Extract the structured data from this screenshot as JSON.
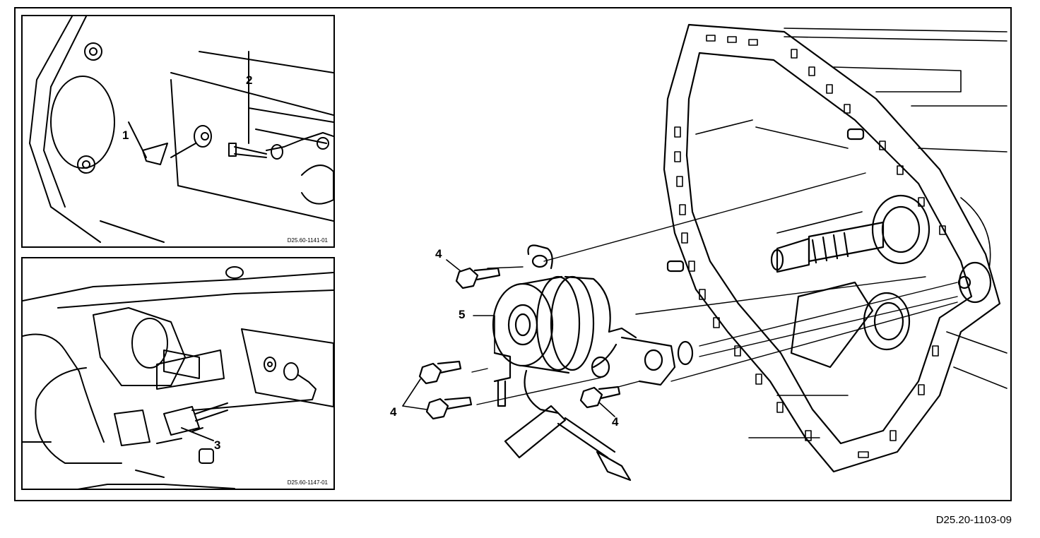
{
  "figure_code": "D25.20-1103-09",
  "insets": [
    {
      "code": "D25.60-1141-01",
      "callouts": [
        "1",
        "2"
      ]
    },
    {
      "code": "D25.60-1147-01",
      "callouts": [
        "3"
      ]
    }
  ],
  "main_callouts": [
    "4",
    "5",
    "4",
    "4"
  ],
  "colors": {
    "line": "#000000",
    "background": "#ffffff"
  }
}
